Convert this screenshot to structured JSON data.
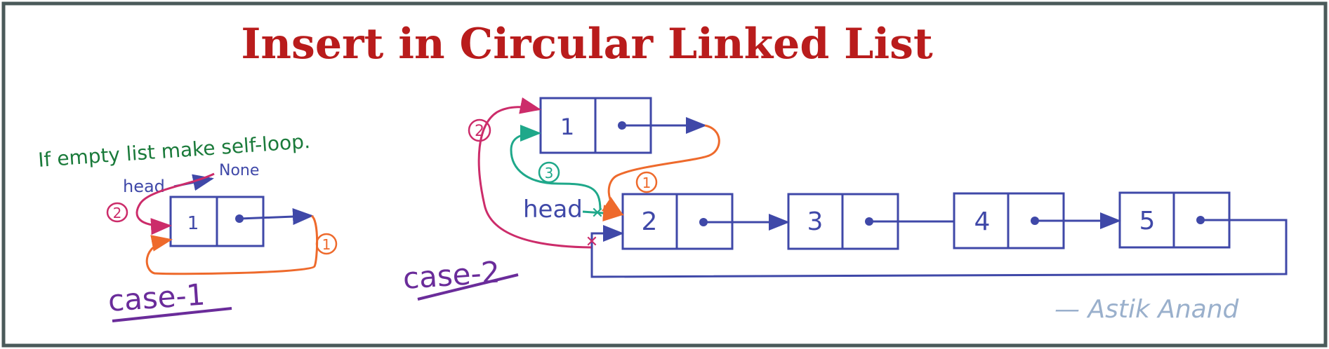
{
  "title": "Insert in Circular Linked List",
  "colors": {
    "border": "#4a5a5a",
    "title": "#b91c1c",
    "node": "#3f48a8",
    "note": "#1a7a3a",
    "pink": "#cc2c6a",
    "orange": "#ee6a2c",
    "teal": "#1fa88a",
    "purple": "#6a2c9a",
    "author": "#9ab0cc"
  },
  "case1": {
    "note": "If empty list make self-loop.",
    "head_label": "head",
    "none_label": "None",
    "node_value": "1",
    "step_labels": [
      "2",
      "1"
    ],
    "case_label": "case-1"
  },
  "case2": {
    "head_label": "head",
    "new_node_value": "1",
    "list_values": [
      "2",
      "3",
      "4",
      "5"
    ],
    "step_labels": [
      "2",
      "3",
      "1"
    ],
    "case_label": "case-2"
  },
  "author": "— Astik Anand"
}
